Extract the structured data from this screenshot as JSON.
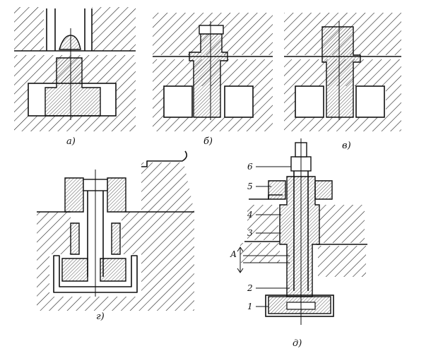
{
  "figure": {
    "panels": [
      {
        "id": "a",
        "caption": "а)"
      },
      {
        "id": "b",
        "caption": "б)"
      },
      {
        "id": "v",
        "caption": "в)"
      },
      {
        "id": "g",
        "caption": "г)"
      },
      {
        "id": "d",
        "caption": "д)"
      }
    ],
    "callouts": [
      "1",
      "2",
      "3",
      "4",
      "5",
      "6"
    ],
    "dimension_label": "А"
  }
}
